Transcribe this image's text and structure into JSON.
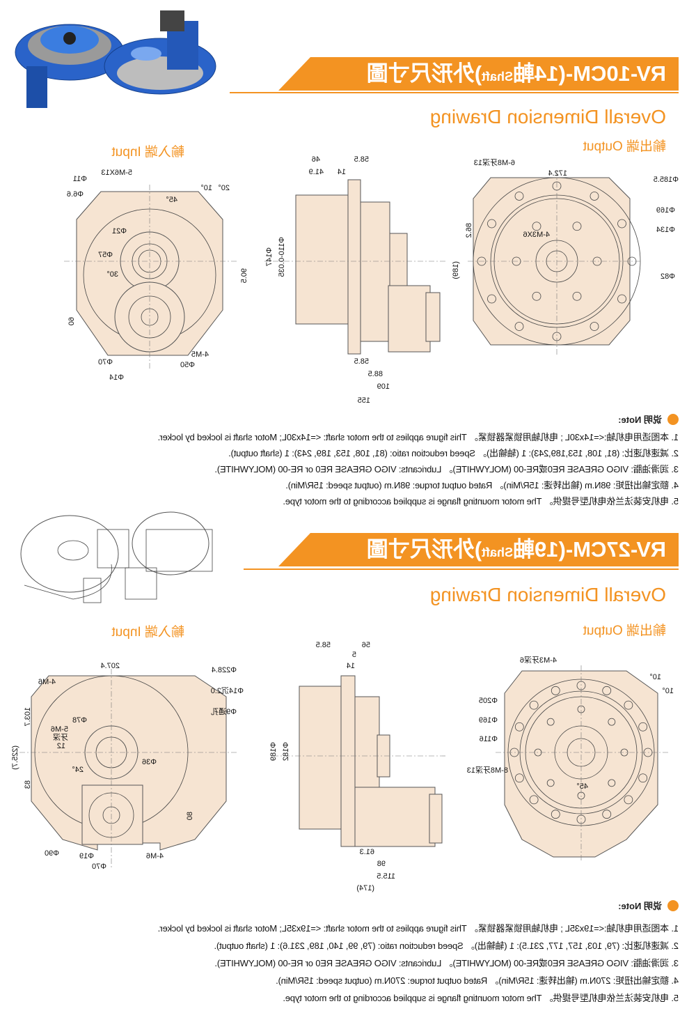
{
  "section1": {
    "title_main": "RV-10CM-(14軸",
    "title_shaft": "Shaft",
    "title_tail": ")外形尺寸圖",
    "overall": "Overall Dimension Drawing",
    "output_label": "輸出端 Output",
    "input_label": "輸入端 Input",
    "output_view": {
      "d1": "6-M8牙深13",
      "d2": "172.4",
      "d3": "Φ185.5",
      "d4": "Φ169",
      "d5": "Φ134",
      "d6": "Φ82",
      "d7": "4-M3X6",
      "d8": "86.2",
      "d9": "(189)"
    },
    "side_view": {
      "d1": "46",
      "d2": "58.5",
      "d3": "41.9",
      "d4": "14",
      "d5": "Φ147",
      "d6": "Φ110-0.035",
      "d7": "58.5",
      "d8": "88.5",
      "d9": "109",
      "d10": "155"
    },
    "input_view": {
      "d1": "5-M6X13",
      "d2": "Φ11",
      "d3": "Φ6.6",
      "d4": "45°",
      "d5": "10°",
      "d6": "20°",
      "d7": "Φ21",
      "d8": "Φ57",
      "d9": "30°",
      "d10": "90.5",
      "d11": "60",
      "d12": "4-M5",
      "d13": "Φ70",
      "d14": "Φ50",
      "d15": "Φ14"
    },
    "note_title": "说明 Note:",
    "notes": [
      "1. 本图适用电机轴:<=14x30L ; 电机轴用锁紧器锁紧。 This figure applies to the motor shaft: <=14x30L; Motor shaft is locked by locker.",
      "2. 减速机速比: (81, 108, 153,189,243): 1 (轴输出)。 Speed reduction ratio: (81, 108, 153, 189, 243): 1 (shaft output).",
      "3. 润滑油脂: VIGO GREASE RE0或RE-00 (MOLYWHITE)。 Lubricants: VIGO GREASE RE0 or RE-00 (MOLYWHITE).",
      "4. 额定输出扭矩: 98N.m (输出转速: 15R/Min)。 Rated output torque: 98N.m (output speed: 15R/Min).",
      "5. 电机安装法兰依电机型号提供。 The motor mounting flange is supplied according to the motor type."
    ]
  },
  "section2": {
    "title_main": "RV-27CM-(19軸",
    "title_shaft": "Shaft",
    "title_tail": ")外形尺寸圖",
    "overall": "Overall Dimension Drawing",
    "output_label": "輸出端 Output",
    "input_label": "輸入端 Input",
    "output_view": {
      "d1": "4-M3牙深6",
      "d2": "10°",
      "d3": "10°",
      "d4": "Φ205",
      "d5": "Φ169",
      "d6": "Φ116",
      "d7": "8-M8牙深13",
      "d8": "45°"
    },
    "side_view": {
      "d1": "58.5",
      "d2": "56",
      "d3": "5",
      "d4": "14",
      "d5": "Φ189",
      "d6": "Φ182",
      "d7": "61.3",
      "d8": "98",
      "d9": "115.5",
      "d10": "(174)"
    },
    "input_view": {
      "d1": "207.4",
      "d2": "Φ228.4",
      "d3": "Φ14沉2.0",
      "d4": "Φ9通孔",
      "d5": "4-M6",
      "d6": "Φ78",
      "d7": "5-M6",
      "d8": "牙深",
      "d9": "12",
      "d10": "Φ36",
      "d11": "24°",
      "d12": "(225.7)",
      "d13": "103.7",
      "d14": "83",
      "d15": "80",
      "d16": "Φ90",
      "d17": "Φ19",
      "d18": "Φ70",
      "d19": "4-M6"
    },
    "note_title": "说明 Note:",
    "notes": [
      "1. 本图适用电机轴:<=19x35L ; 电机轴用锁紧器锁紧。 This figure applies to the motor shaft: <=19x35L; Motor shaft is locked by locker.",
      "2. 减速机速比: (79, 103, 157, 177, 231.5): 1 (轴输出)。 Speed reduction ratio: (79, 99, 140, 189, 231.6): 1 (shaft output).",
      "3. 润滑油脂: VIGO GREASE RE0或RE-00 (MOLYWHITE)。 Lubricants: VIGO GREASE RE0 or RE-00 (MOLYWHITE).",
      "4. 额定输出扭矩: 270N.m (输出转速: 15R/Min)。 Rated output torque: 270N.m (output speed: 15R/Min).",
      "5. 电机安装法兰依电机型号提供。 The motor mounting flange is supplied according to the motor type."
    ]
  },
  "colors": {
    "accent": "#f39322",
    "part": "#f6e4d2",
    "product_blue": "#1f5fc4"
  }
}
